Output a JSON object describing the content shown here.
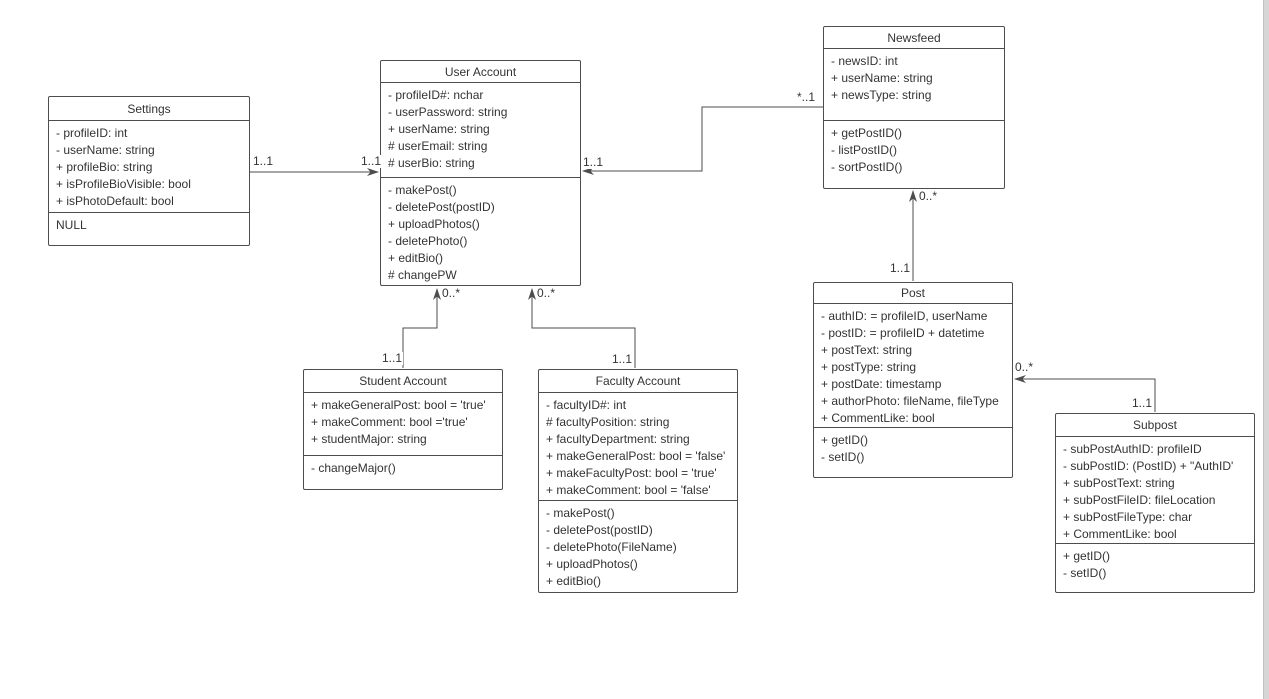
{
  "canvas": {
    "background": "#ffffff",
    "stroke_color": "#4d4d4d",
    "text_color": "#333333"
  },
  "classes": [
    {
      "title": "Settings",
      "attributes": [
        "- profileID: int",
        "- userName: string",
        "+ profileBio: string",
        "+ isProfileBioVisible: bool",
        "+ isPhotoDefault: bool"
      ],
      "methods": [
        "NULL"
      ]
    },
    {
      "title": "User Account",
      "attributes": [
        "- profileID#: nchar",
        "- userPassword: string",
        "+ userName: string",
        "# userEmail: string",
        "# userBio: string"
      ],
      "methods": [
        "- makePost()",
        "- deletePost(postID)",
        "+ uploadPhotos()",
        "- deletePhoto()",
        "+ editBio()",
        "# changePW"
      ]
    },
    {
      "title": "Newsfeed",
      "attributes": [
        "- newsID: int",
        "+ userName: string",
        "+ newsType: string"
      ],
      "methods": [
        "+ getPostID()",
        "- listPostID()",
        "- sortPostID()"
      ]
    },
    {
      "title": "Post",
      "attributes": [
        "- authID: = profileID, userName",
        "- postID: = profileID + datetime",
        "+ postText: string",
        "+ postType: string",
        "+ postDate: timestamp",
        "+ authorPhoto: fileName, fileType",
        "+ CommentLike: bool"
      ],
      "methods": [
        "+ getID()",
        "- setID()"
      ]
    },
    {
      "title": "Student Account",
      "attributes": [
        "+ makeGeneralPost: bool = 'true'",
        "+ makeComment: bool ='true'",
        "+ studentMajor: string"
      ],
      "methods": [
        "- changeMajor()"
      ]
    },
    {
      "title": "Faculty Account",
      "attributes": [
        "- facultyID#: int",
        "# facultyPosition: string",
        "+ facultyDepartment: string",
        "+ makeGeneralPost: bool = 'false'",
        "+ makeFacultyPost: bool = 'true'",
        "+ makeComment: bool = 'false'"
      ],
      "methods": [
        "- makePost()",
        "- deletePost(postID)",
        "- deletePhoto(FileName)",
        "+ uploadPhotos()",
        "+ editBio()"
      ]
    },
    {
      "title": "Subpost",
      "attributes": [
        "- subPostAuthID: profileID",
        "- subPostID: (PostID) + \"AuthID'",
        "+ subPostText: string",
        "+ subPostFileID: fileLocation",
        "+ subPostFileType: char",
        "+ CommentLike: bool"
      ],
      "methods": [
        "+ getID()",
        "- setID()"
      ]
    }
  ],
  "connectors": [
    {
      "from": "Settings",
      "to": "User Account",
      "source_multiplicity": "1..1",
      "target_multiplicity": "1..1"
    },
    {
      "from": "Newsfeed",
      "to": "User Account",
      "source_multiplicity": "*..1",
      "target_multiplicity": "1..1"
    },
    {
      "from": "Post",
      "to": "Newsfeed",
      "source_multiplicity": "1..1",
      "target_multiplicity": "0..*"
    },
    {
      "from": "Student Account",
      "to": "User Account",
      "source_multiplicity": "1..1",
      "target_multiplicity": "0..*"
    },
    {
      "from": "Faculty Account",
      "to": "User Account",
      "source_multiplicity": "1..1",
      "target_multiplicity": "0..*"
    },
    {
      "from": "Subpost",
      "to": "Post",
      "source_multiplicity": "1..1",
      "target_multiplicity": "0..*"
    }
  ]
}
